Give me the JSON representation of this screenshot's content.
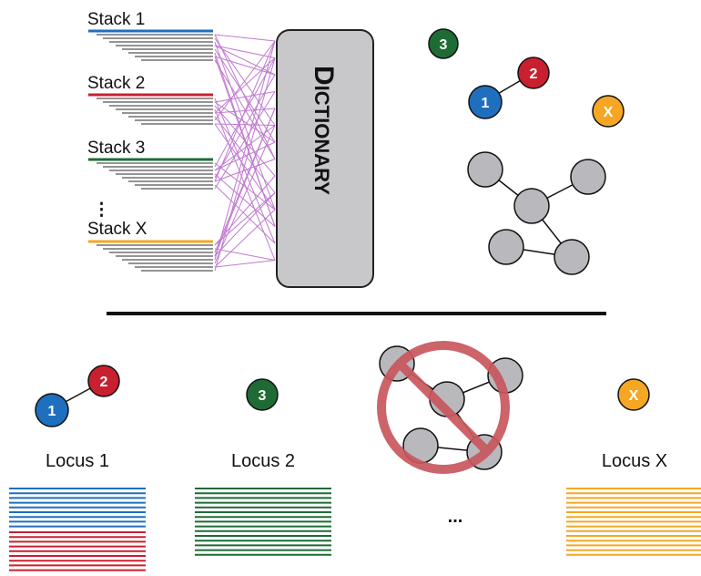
{
  "colors": {
    "blue": "#1f6fbf",
    "red": "#c8202f",
    "green": "#1e6b35",
    "orange": "#f5a623",
    "gray_node": "#b9b9bd",
    "purple_line": "#c07ad0",
    "read_line": "#555555",
    "dictionary_fill": "#c8c8ca",
    "prohibit_red": "#c8575e"
  },
  "stacks": [
    {
      "label": "Stack 1",
      "color_key": "blue"
    },
    {
      "label": "Stack 2",
      "color_key": "red"
    },
    {
      "label": "Stack 3",
      "color_key": "green"
    },
    {
      "label": "Stack X",
      "color_key": "orange"
    }
  ],
  "ellipsis_vertical": "⋮",
  "dictionary": {
    "first_letter": "D",
    "rest": "ICTIONARY"
  },
  "nodes": {
    "n1": "1",
    "n2": "2",
    "n3": "3",
    "nx": "X"
  },
  "loci": [
    {
      "label": "Locus 1"
    },
    {
      "label": "Locus 2"
    },
    {
      "label": "Locus X"
    }
  ],
  "ellipsis_horizontal": "..."
}
